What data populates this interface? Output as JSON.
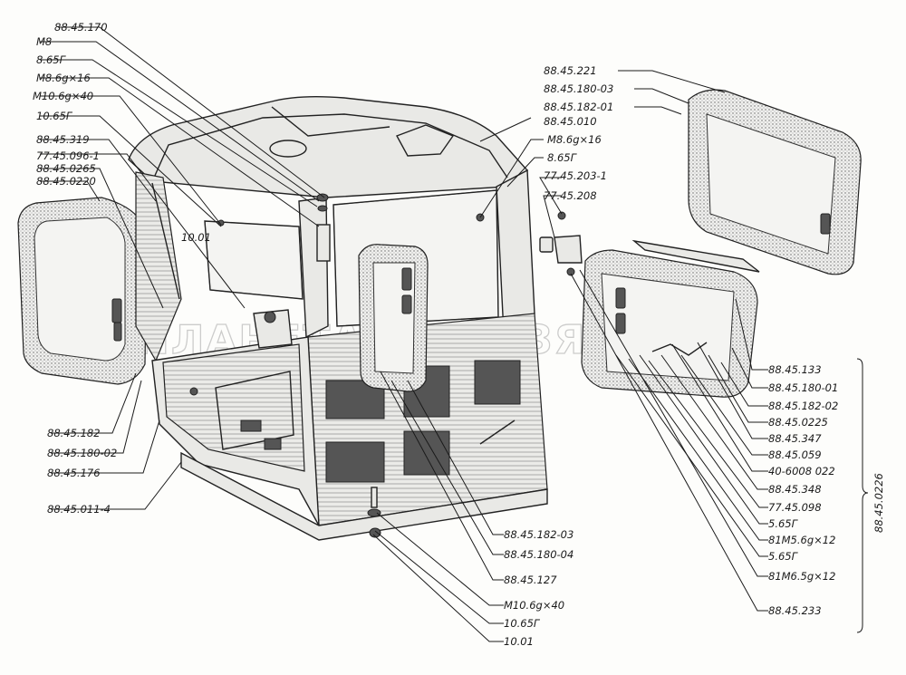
{
  "watermark": "ПЛАНЕТА ЖЕЛЕЗЯКА",
  "group_bracket_label": "88.45.0226",
  "labels": {
    "l1": "88.45.170",
    "l2": "M8",
    "l3": "8.65Г",
    "l4": "M8.6g×16",
    "l5": "M10.6g×40",
    "l6": "10.65Г",
    "l7": "88.45.319",
    "l8": "77.45.096-1",
    "l9": "88.45.0265",
    "l10": "88.45.0220",
    "l11": "10.01",
    "l12": "88.45.182",
    "l13": "88.45.180-02",
    "l14": "88.45.176",
    "l15": "88.45.011-4",
    "l16": "88.45.221",
    "l17": "88.45.180-03",
    "l18": "88.45.182-01",
    "l19": "88.45.010",
    "l20": "M8.6g×16",
    "l21": "8.65Г",
    "l22": "77.45.203-1",
    "l23": "77.45.208",
    "l24": "88.45.133",
    "l25": "88.45.180-01",
    "l26": "88.45.182-02",
    "l27": "88.45.0225",
    "l28": "88.45.347",
    "l29": "88.45.059",
    "l30": "40-6008 022",
    "l31": "88.45.348",
    "l32": "77.45.098",
    "l33": "5.65Г",
    "l34": "81M5.6g×12",
    "l35": "5.65Г",
    "l36": "81M6.5g×12",
    "l37": "88.45.233",
    "l38": "88.45.182-03",
    "l39": "88.45.180-04",
    "l40": "88.45.127",
    "l41": "M10.6g×40",
    "l42": "10.65Г",
    "l43": "10.01"
  }
}
